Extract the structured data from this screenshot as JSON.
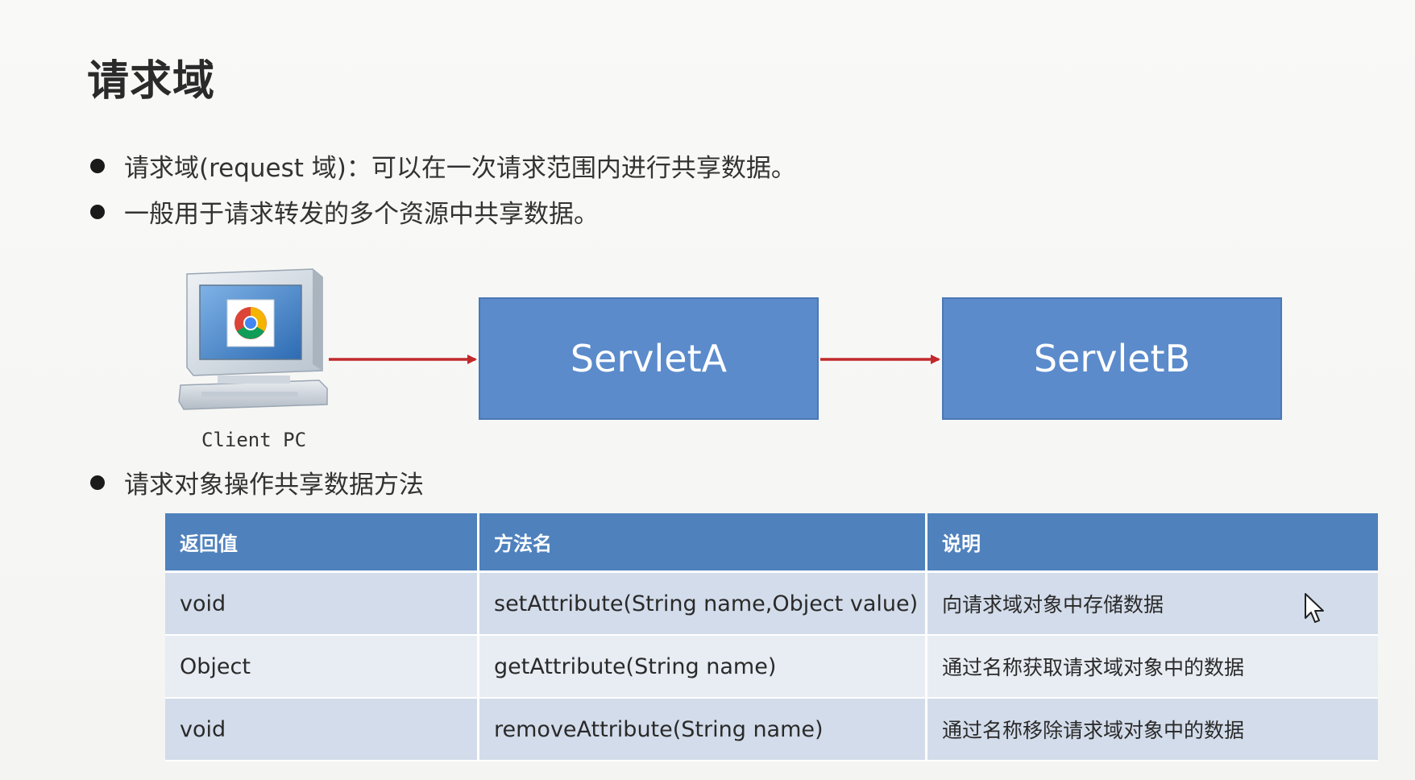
{
  "title": "请求域",
  "bullets": [
    "请求域(request 域)：可以在一次请求范围内进行共享数据。",
    "一般用于请求转发的多个资源中共享数据。",
    "请求对象操作共享数据方法"
  ],
  "diagram": {
    "client_label": "Client PC",
    "servlet_a": "ServletA",
    "servlet_b": "ServletB",
    "arrow_color": "#c0292b",
    "box_color": "#5b8bcb"
  },
  "table": {
    "headers": [
      "返回值",
      "方法名",
      "说明"
    ],
    "rows": [
      [
        "void",
        "setAttribute(String name,Object value)",
        "向请求域对象中存储数据"
      ],
      [
        "Object",
        "getAttribute(String name)",
        "通过名称获取请求域对象中的数据"
      ],
      [
        "void",
        "removeAttribute(String name)",
        "通过名称移除请求域对象中的数据"
      ]
    ],
    "header_color": "#4f81bd"
  },
  "icons": {
    "pc": "computer-with-chrome-icon",
    "cursor": "mouse-pointer-icon"
  }
}
